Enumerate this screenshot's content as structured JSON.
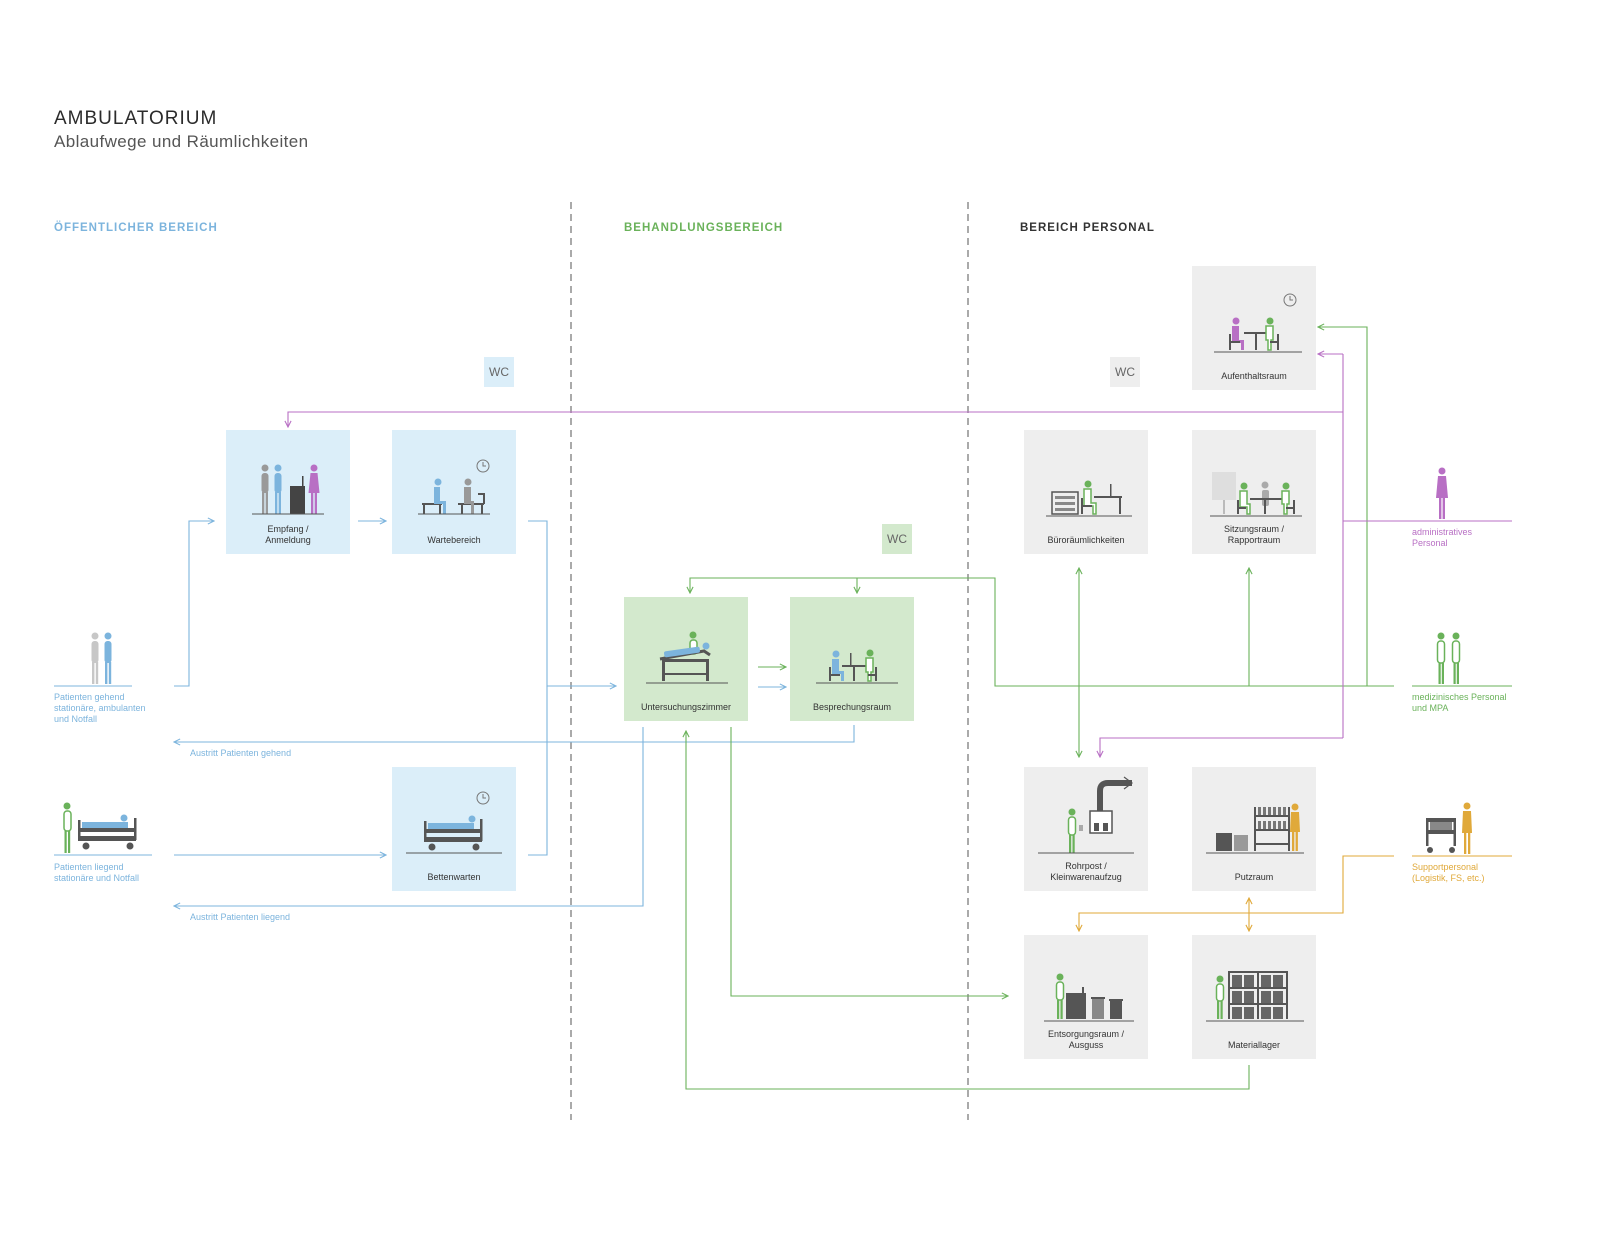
{
  "header": {
    "title": "AMBULATORIUM",
    "subtitle": "Ablaufwege und Räumlichkeiten"
  },
  "sections": {
    "public": "ÖFFENTLICHER BEREICH",
    "treatment": "BEHANDLUNGSBEREICH",
    "staff": "BEREICH PERSONAL"
  },
  "colors": {
    "public": "#7cb4dd",
    "treatment": "#6ab25a",
    "staff": "#333333",
    "admin": "#b86fc4",
    "support": "#e0a93a",
    "box_blue": "#dbeef9",
    "box_green": "#d3e9cd",
    "box_grey": "#eeeeee"
  },
  "rooms": {
    "empfang": "Empfang /\nAnmeldung",
    "wartebereich": "Wartebereich",
    "bettenwarten": "Bettenwarten",
    "untersuchung": "Untersuchungszimmer",
    "besprechung": "Besprechungsraum",
    "aufenthalt": "Aufenthaltsraum",
    "buero": "Büroräumlichkeiten",
    "sitzung": "Sitzungsraum /\nRapportraum",
    "rohrpost": "Rohrpost /\nKleinwarenaufzug",
    "putzraum": "Putzraum",
    "entsorgung": "Entsorgungsraum /\nAusguss",
    "materiallager": "Materiallager"
  },
  "wc_label": "WC",
  "actors": {
    "patienten_gehend": "Patienten gehend\nstationäre, ambulanten\nund Notfall",
    "patienten_liegend": "Patienten liegend\nstationäre und Notfall",
    "admin_personal": "administratives\nPersonal",
    "med_personal": "medizinisches Personal\nund MPA",
    "support_personal": "Supportpersonal\n(Logistik, FS, etc.)"
  },
  "flows": {
    "austritt_gehend": "Austritt Patienten gehend",
    "austritt_liegend": "Austritt Patienten liegend"
  },
  "icons": [
    "clock-icon",
    "person-icon",
    "bed-icon",
    "desk-icon",
    "shelf-icon",
    "bin-icon",
    "pipe-icon"
  ]
}
